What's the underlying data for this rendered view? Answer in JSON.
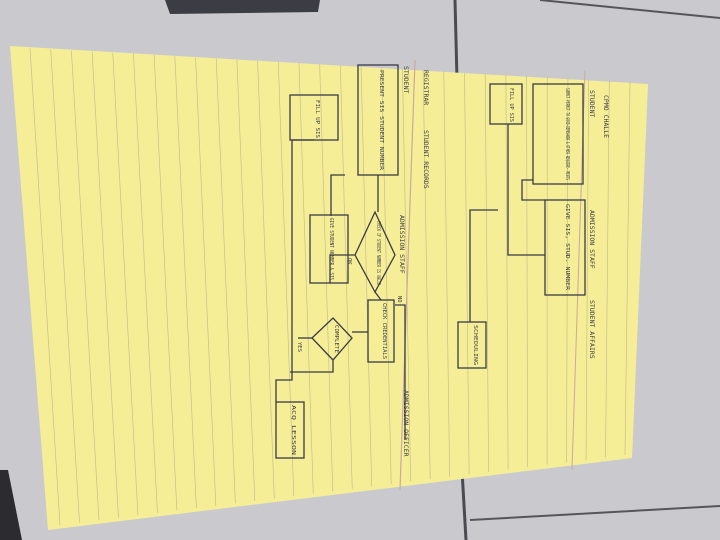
{
  "photo": {
    "subject": "handwritten flowchart on yellow legal paper, rotated 90 degrees",
    "colors": {
      "paper": "#f6ee96",
      "ruled_line": "#9a9a86",
      "margin_line": "#c9a9a0",
      "ink": "#3a3a48",
      "floor": "#cfcfd3"
    }
  },
  "flowchart": {
    "header": "CPMO CHALLE",
    "lanes": {
      "student": "STUDENT",
      "admission_staff": "ADMISSION STAFF",
      "student_affairs": "STUDENT AFFAIRS",
      "registrar": "REGISTRAR",
      "student_2": "STUDENT",
      "student_records": "STUDENT RECORDS",
      "admission_staff_2": "ADMISSION STAFF",
      "admission_officer": "ADMISSION OFFICER"
    },
    "boxes": {
      "submit": "SUBMIT PERMIT TO GOOD-DEMEANOR & OTHER REQUIRE- MENTS",
      "fill_up_1": "FILL UP SIS",
      "give_sis": "GIVE SIS, STUD. NUMBER",
      "schedule": "SCHEDULING",
      "present_sis": "PRESENT SIS STUDENT NUMBER",
      "fill_up_2": "FILL UP SIS",
      "give_stud_num": "GIVE STUDENT NUMBER & SIS",
      "check_credentials": "CHECK CREDENTIALS",
      "end": "ACQ LESSON"
    },
    "decisions": {
      "check_num": "CHECK IF STUDENT NUMBER IS VALID",
      "complete": "COMPLETE"
    },
    "edge_labels": {
      "no": "NO",
      "yes": "YES",
      "ok": "OK"
    }
  }
}
